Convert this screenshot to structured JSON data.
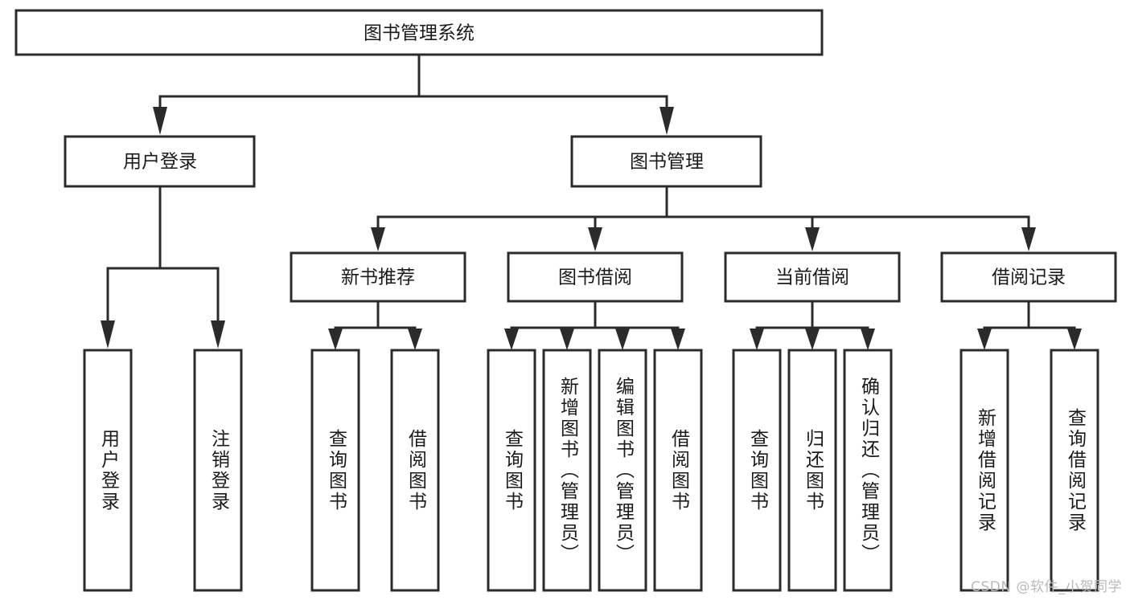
{
  "diagram": {
    "title": "图书管理系统",
    "watermark": "CSDN @软件_小贺同学",
    "colors": {
      "stroke": "#2b2b2b",
      "fill": "#ffffff",
      "text": "#1a1a1a",
      "watermark": "#b9b9b9",
      "background": "#ffffff"
    },
    "root": {
      "label": "图书管理系统"
    },
    "level2": [
      {
        "label": "用户登录"
      },
      {
        "label": "图书管理"
      }
    ],
    "level3": [
      {
        "label": "新书推荐"
      },
      {
        "label": "图书借阅"
      },
      {
        "label": "当前借阅"
      },
      {
        "label": "借阅记录"
      }
    ],
    "leaves": {
      "user_login": [
        {
          "label": "用户登录"
        },
        {
          "label": "注销登录"
        }
      ],
      "new_book_recommend": [
        {
          "label": "查询图书"
        },
        {
          "label": "借阅图书"
        }
      ],
      "book_borrow": [
        {
          "label": "查询图书"
        },
        {
          "label": "新增图书（管理员）"
        },
        {
          "label": "编辑图书（管理员）"
        },
        {
          "label": "借阅图书"
        }
      ],
      "current_borrow": [
        {
          "label": "查询图书"
        },
        {
          "label": "归还图书"
        },
        {
          "label": "确认归还（管理员）"
        }
      ],
      "borrow_records": [
        {
          "label": "新增借阅记录"
        },
        {
          "label": "查询借阅记录"
        }
      ]
    }
  }
}
